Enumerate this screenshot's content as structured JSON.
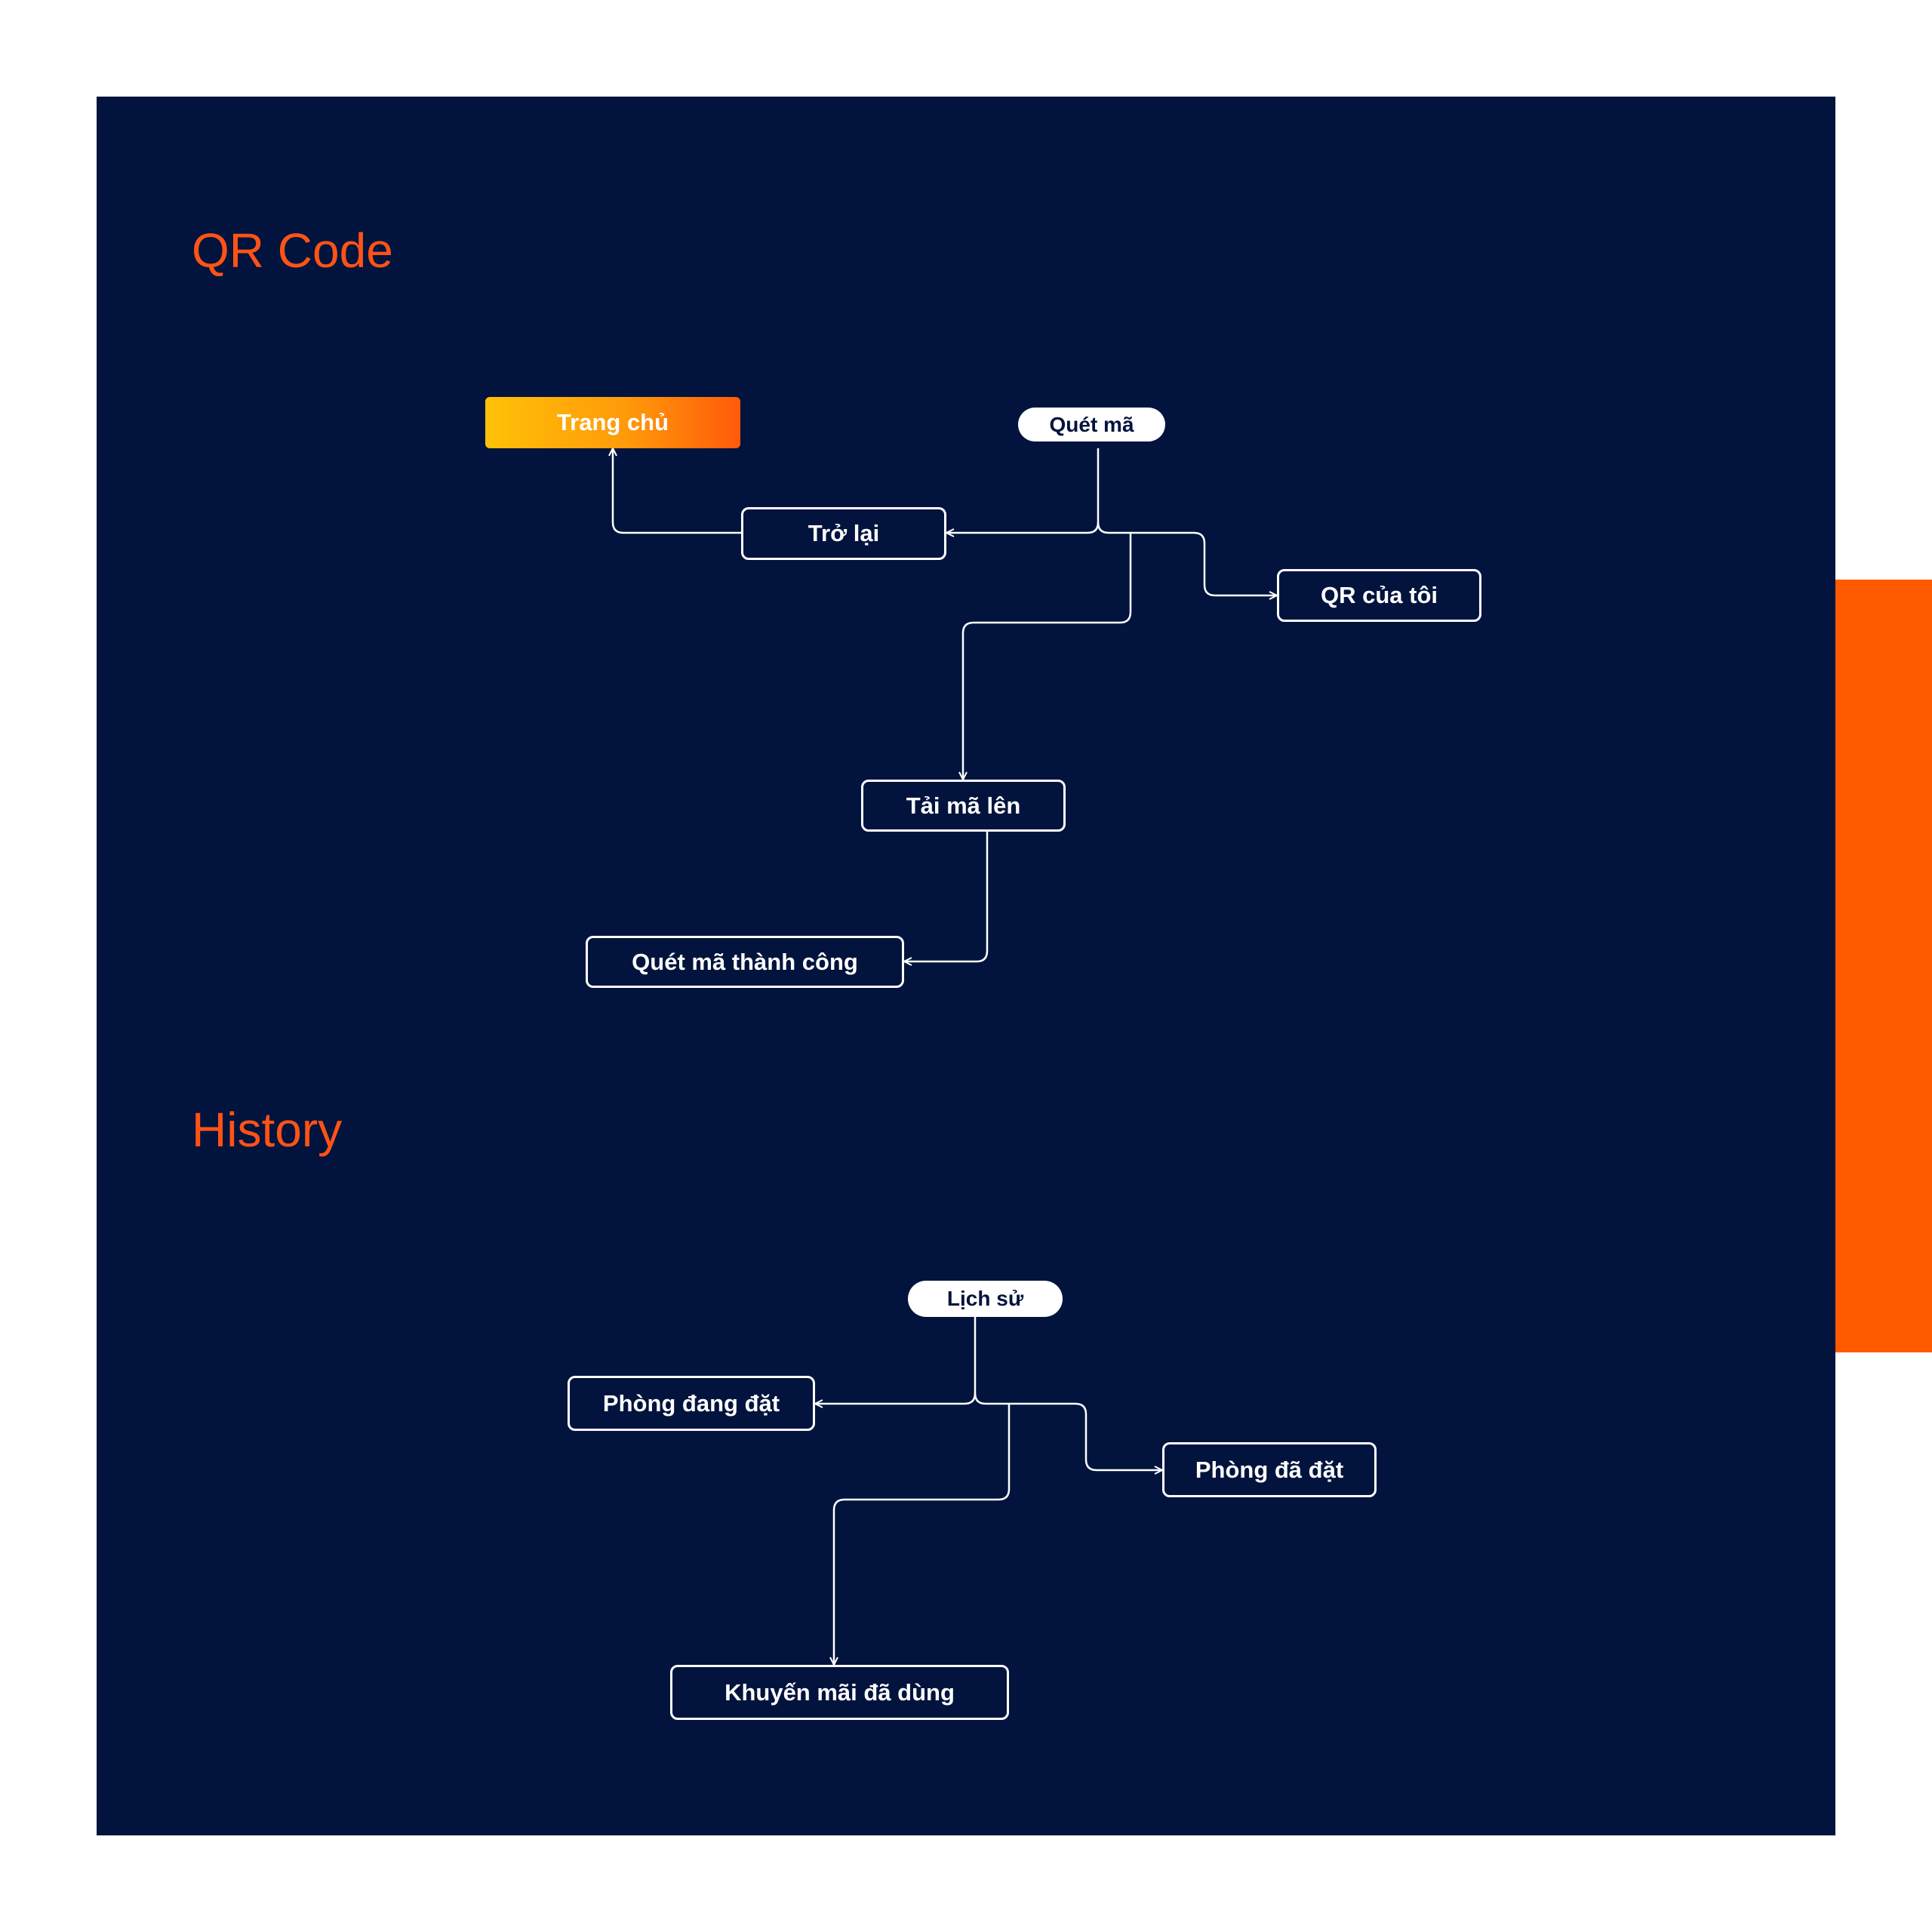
{
  "sections": {
    "qr_title": "QR Code",
    "history_title": "History"
  },
  "nodes": {
    "trang_chu": "Trang chủ",
    "quet_ma": "Quét mã",
    "tro_lai": "Trở lại",
    "qr_cua_toi": "QR của tôi",
    "tai_ma_len": "Tải mã lên",
    "quet_ma_thanh_cong": "Quét mã thành công",
    "lich_su": "Lịch sử",
    "phong_dang_dat": "Phòng đang đặt",
    "phong_da_dat": "Phòng đã đặt",
    "khuyen_mai_da_dung": "Khuyến mãi đã dùng"
  },
  "edges": [
    {
      "from": "Quét mã",
      "to": "Trở lại"
    },
    {
      "from": "Trở lại",
      "to": "Trang chủ"
    },
    {
      "from": "Quét mã",
      "to": "QR của tôi"
    },
    {
      "from": "Quét mã",
      "to": "Tải mã lên"
    },
    {
      "from": "Tải mã lên",
      "to": "Quét mã thành công"
    },
    {
      "from": "Lịch sử",
      "to": "Phòng đang đặt"
    },
    {
      "from": "Lịch sử",
      "to": "Phòng đã đặt"
    },
    {
      "from": "Lịch sử",
      "to": "Khuyến mãi đã dùng"
    }
  ],
  "colors": {
    "background": "#02143d",
    "accent": "#ff5316",
    "side_bar": "#ff5a00",
    "node_border": "#ffffff",
    "home_gradient_start": "#ffc107",
    "home_gradient_end": "#ff5a0a"
  }
}
